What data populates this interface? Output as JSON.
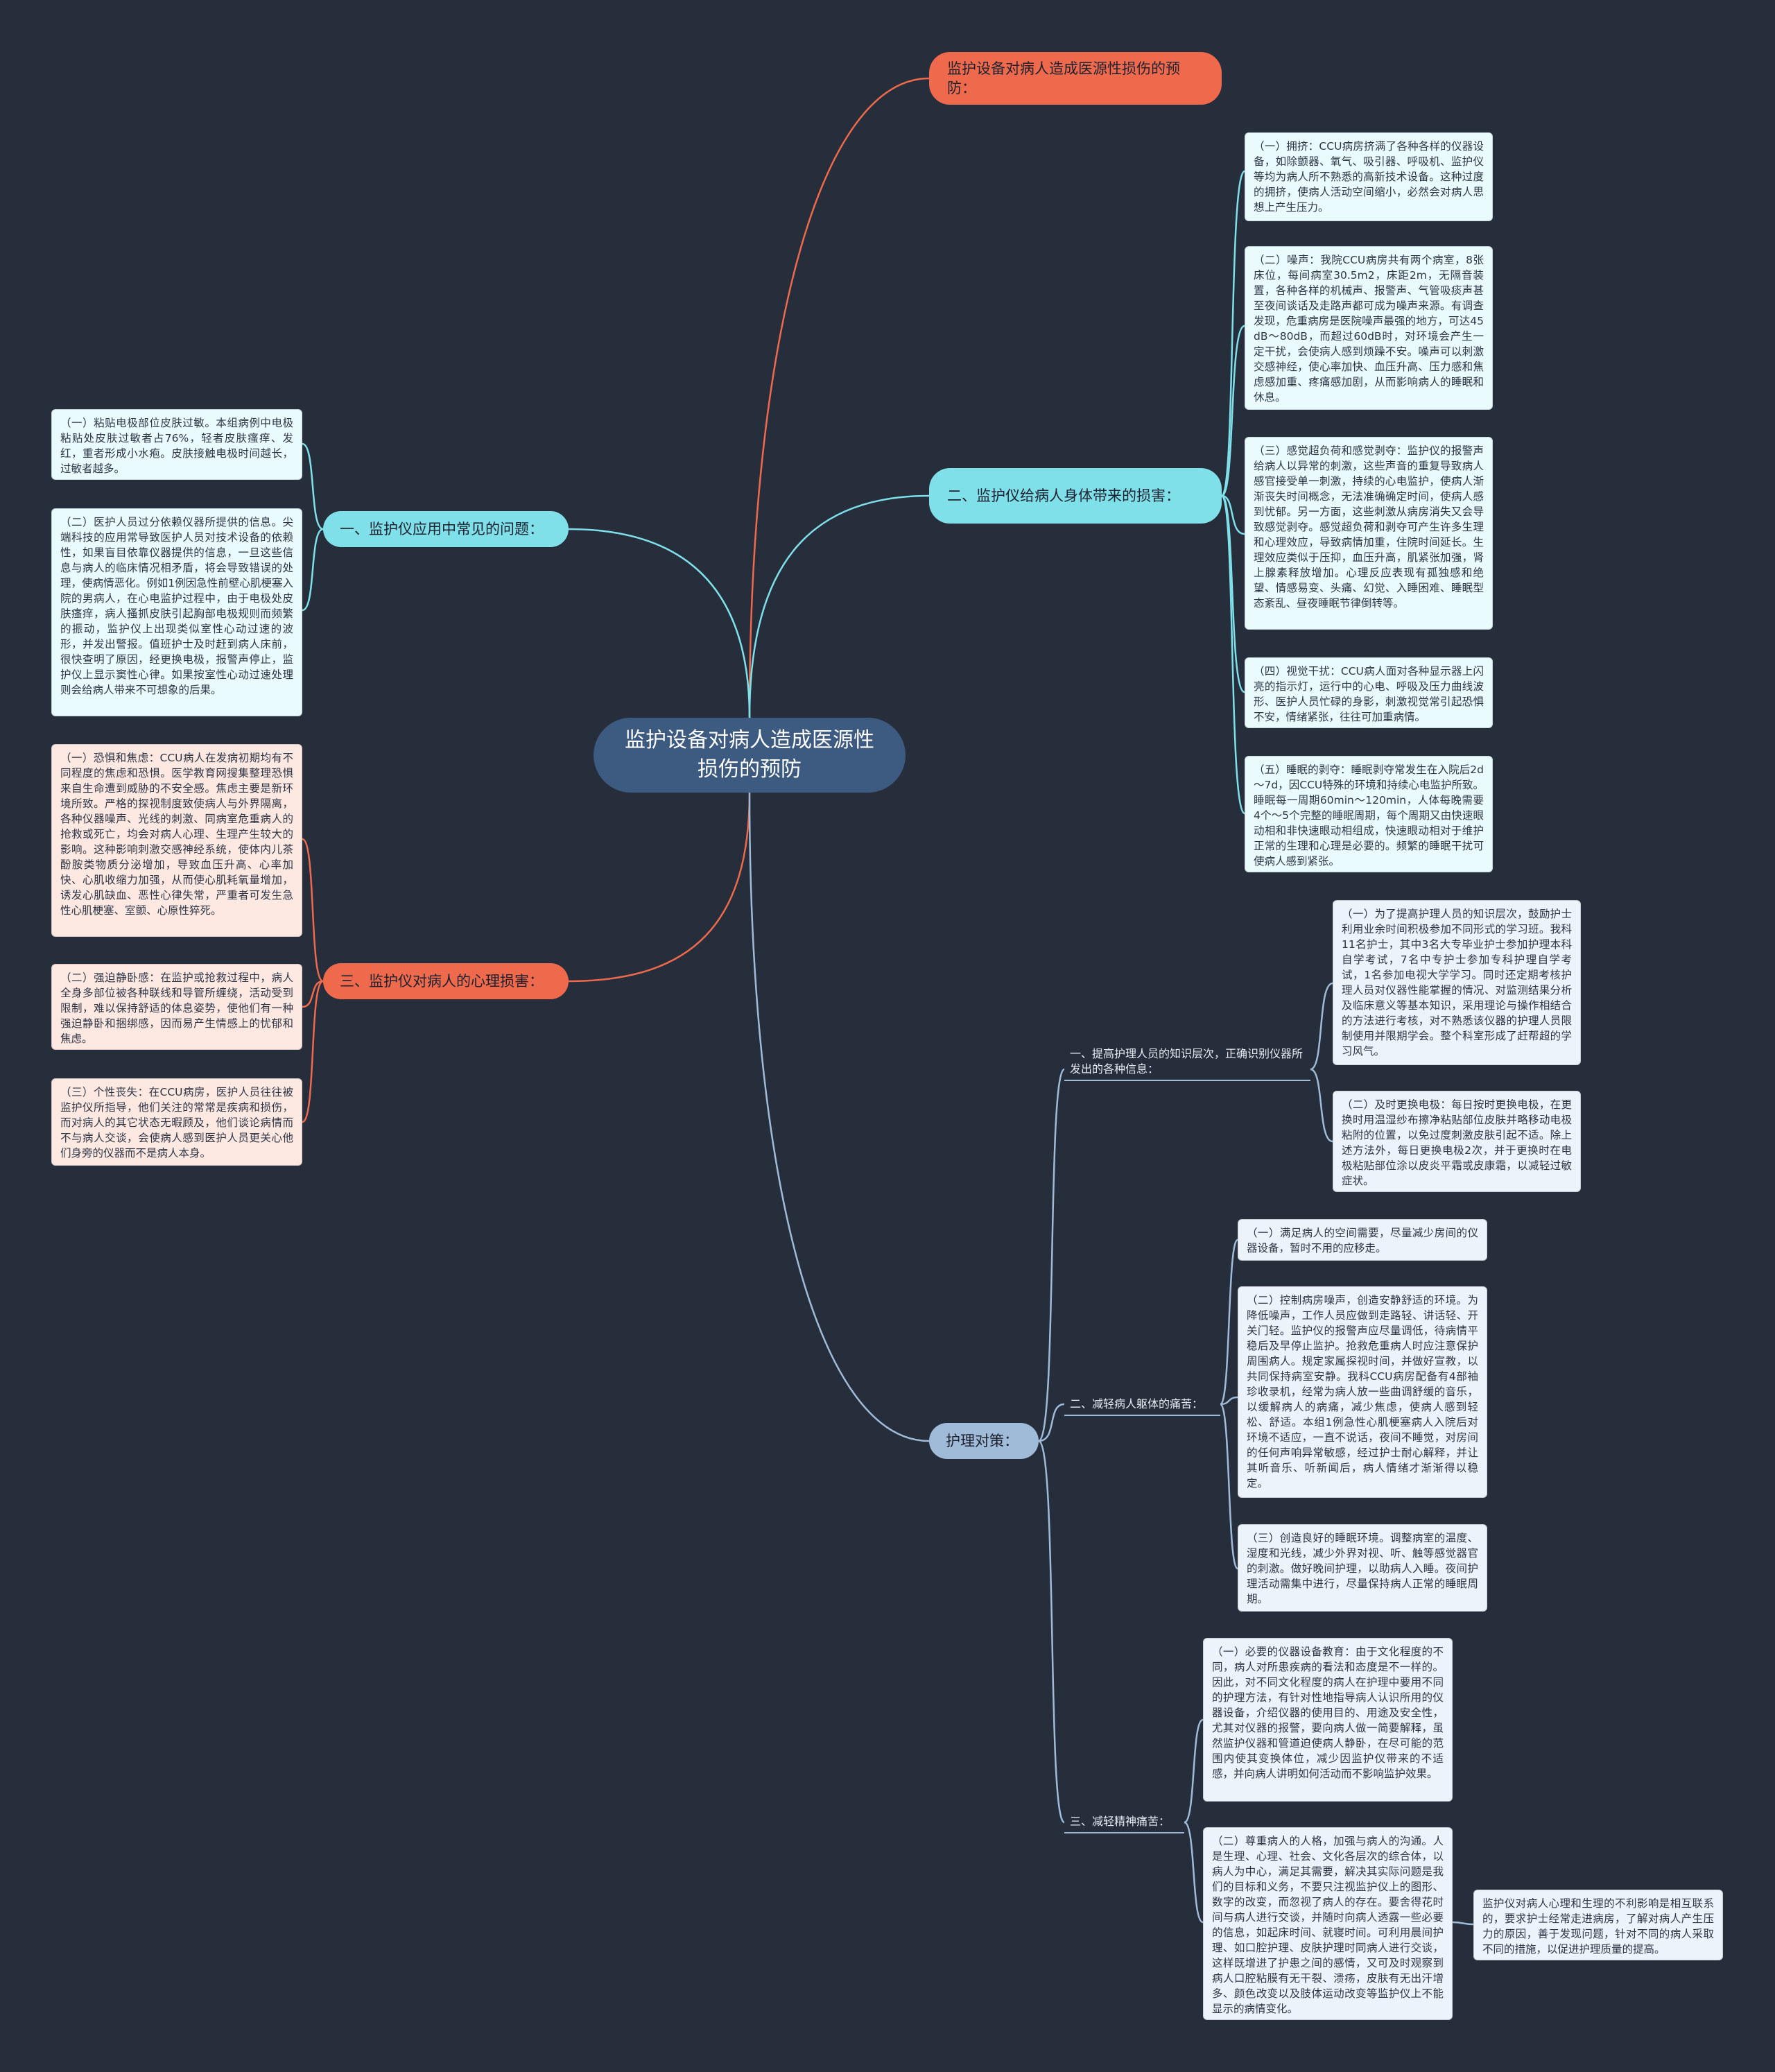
{
  "root": "监护设备对病人造成医源性损伤的预防",
  "colors": {
    "background": "#262d3b",
    "root": "#3d5a80",
    "orange": "#ef6a4c",
    "cyan": "#7fe0ea",
    "blue": "#9fbbd8"
  },
  "right_top": {
    "label": "监护设备对病人造成医源性损伤的预防："
  },
  "harm": {
    "label": "二、监护仪给病人身体带来的损害：",
    "items": [
      "（一）拥挤：CCU病房挤满了各种各样的仪器设备，如除颤器、氧气、吸引器、呼吸机、监护仪等均为病人所不熟悉的高新技术设备。这种过度的拥挤，使病人活动空间缩小，必然会对病人思想上产生压力。",
      "（二）噪声：我院CCU病房共有两个病室，8张床位，每间病室30.5m2，床距2m，无隔音装置，各种各样的机械声、报警声、气管吸痰声甚至夜间谈话及走路声都可成为噪声来源。有调查发现，危重病房是医院噪声最强的地方，可达45dB～80dB，而超过60dB时，对环境会产生一定干扰，会使病人感到烦躁不安。噪声可以刺激交感神经，使心率加快、血压升高、压力感和焦虑感加重、疼痛感加剧，从而影响病人的睡眠和休息。",
      "（三）感觉超负荷和感觉剥夺：监护仪的报警声给病人以异常的刺激，这些声音的重复导致病人感官接受单一刺激，持续的心电监护，使病人渐渐丧失时间概念，无法准确确定时间，使病人感到忧郁。另一方面，这些刺激从病房消失又会导致感觉剥夺。感觉超负荷和剥夺可产生许多生理和心理效应，导致病情加重，住院时间延长。生理效应类似于压抑，血压升高，肌紧张加强，肾上腺素释放增加。心理反应表现有孤独感和绝望、情感易变、头痛、幻觉、入睡困难、睡眠型态紊乱、昼夜睡眠节律倒转等。",
      "（四）视觉干扰：CCU病人面对各种显示器上闪亮的指示灯，运行中的心电、呼吸及压力曲线波形、医护人员忙碌的身影，刺激视觉常引起恐惧不安，情绪紧张，往往可加重病情。",
      "（五）睡眠的剥夺：睡眠剥夺常发生在入院后2d～7d，因CCU特殊的环境和持续心电监护所致。睡眠每一周期60min～120min，人体每晚需要4个～5个完整的睡眠周期，每个周期又由快速眼动相和非快速眼动相组成，快速眼动相对于维护正常的生理和心理是必要的。频繁的睡眠干扰可使病人感到紧张。"
    ]
  },
  "problems": {
    "label": "一、监护仪应用中常见的问题：",
    "items": [
      "（一）粘贴电极部位皮肤过敏。本组病例中电极粘贴处皮肤过敏者占76%，轻者皮肤瘙痒、发红，重者形成小水疱。皮肤接触电极时间越长，过敏者越多。",
      "（二）医护人员过分依赖仪器所提供的信息。尖端科技的应用常导致医护人员对技术设备的依赖性，如果盲目依靠仪器提供的信息，一旦这些信息与病人的临床情况相矛盾，将会导致错误的处理，使病情恶化。例如1例因急性前壁心肌梗塞入院的男病人，在心电监护过程中，由于电极处皮肤瘙痒，病人搔抓皮肤引起胸部电极规则而频繁的振动，监护仪上出现类似室性心动过速的波形，并发出警报。值班护士及时赶到病人床前，很快查明了原因，经更换电极，报警声停止，监护仪上显示窦性心律。如果按室性心动过速处理则会给病人带来不可想象的后果。"
    ]
  },
  "psych": {
    "label": "三、监护仪对病人的心理损害：",
    "items": [
      "（一）恐惧和焦虑：CCU病人在发病初期均有不同程度的焦虑和恐惧。医学教育网搜集整理恐惧来自生命遭到威胁的不安全感。焦虑主要是新环境所致。严格的探视制度致使病人与外界隔离，各种仪器噪声、光线的刺激、同病室危重病人的抢救或死亡，均会对病人心理、生理产生较大的影响。这种影响刺激交感神经系统，使体内儿茶酚胺类物质分泌增加，导致血压升高、心率加快、心肌收缩力加强，从而使心肌耗氧量增加，诱发心肌缺血、恶性心律失常，严重者可发生急性心肌梗塞、室颤、心原性猝死。",
      "（二）强迫静卧感：在监护或抢救过程中，病人全身多部位被各种联线和导管所缠绕，活动受到限制，难以保持舒适的体息姿势，使他们有一种强迫静卧和捆绑感，因而易产生情感上的忧郁和焦虑。",
      "（三）个性丧失：在CCU病房，医护人员往往被监护仪所指导，他们关注的常常是疾病和损伤，而对病人的其它状态无暇顾及，他们谈论病情而不与病人交谈，会使病人感到医护人员更关心他们身旁的仪器而不是病人本身。"
    ]
  },
  "nursing": {
    "label": "护理对策：",
    "sub1": {
      "label": "一、提高护理人员的知识层次，正确识别仪器所发出的各种信息：",
      "items": [
        "（一）为了提高护理人员的知识层次，鼓励护士利用业余时间积极参加不同形式的学习班。我科11名护士，其中3名大专毕业护士参加护理本科自学考试，7名中专护士参加专科护理自学考试，1名参加电视大学学习。同时还定期考核护理人员对仪器性能掌握的情况、对监测结果分析及临床意义等基本知识，采用理论与操作相结合的方法进行考核，对不熟悉该仪器的护理人员限制使用并限期学会。整个科室形成了赶帮超的学习风气。",
        "（二）及时更换电极：每日按时更换电极，在更换时用温湿纱布擦净粘贴部位皮肤并略移动电极粘附的位置，以免过度刺激皮肤引起不适。除上述方法外，每日更换电极2次，并于更换时在电极粘贴部位涂以皮炎平霜或皮康霜，以减轻过敏症状。"
      ]
    },
    "sub2": {
      "label": "二、减轻病人躯体的痛苦：",
      "items": [
        "（一）满足病人的空间需要，尽量减少房间的仪器设备，暂时不用的应移走。",
        "（二）控制病房噪声，创造安静舒适的环境。为降低噪声，工作人员应做到走路轻、讲话轻、开关门轻。监护仪的报警声应尽量调低，待病情平稳后及早停止监护。抢救危重病人时应注意保护周围病人。规定家属探视时间，并做好宣教，以共同保持病室安静。我科CCU病房配备有4部袖珍收录机，经常为病人放一些曲调舒缓的音乐，以缓解病人的病痛，减少焦虑，使病人感到轻松、舒适。本组1例急性心肌梗塞病人入院后对环境不适应，一直不说话，夜间不睡觉，对房间的任何声响异常敏感，经过护士耐心解释，并让其听音乐、听新闻后，病人情绪才渐渐得以稳定。",
        "（三）创造良好的睡眠环境。调整病室的温度、湿度和光线，减少外界对视、听、触等感觉器官的刺激。做好晚间护理，以助病人入睡。夜间护理活动需集中进行，尽量保持病人正常的睡眠周期。"
      ]
    },
    "sub3": {
      "label": "三、减轻精神痛苦：",
      "items": [
        "（一）必要的仪器设备教育：由于文化程度的不同，病人对所患疾病的看法和态度是不一样的。因此，对不同文化程度的病人在护理中要用不同的护理方法，有针对性地指导病人认识所用的仪器设备，介绍仪器的使用目的、用途及安全性，尤其对仪器的报警，要向病人做一简要解释，虽然监护仪器和管道迫使病人静卧，在尽可能的范围内使其变换体位，减少因监护仪带来的不适感，并向病人讲明如何活动而不影响监护效果。",
        "（二）尊重病人的人格，加强与病人的沟通。人是生理、心理、社会、文化各层次的综合体，以病人为中心，满足其需要，解决其实际问题是我们的目标和义务，不要只注视监护仪上的图形、数字的改变，而忽视了病人的存在。要舍得花时间与病人进行交谈，并随时向病人透露一些必要的信息，如起床时间、就寝时间。可利用晨间护理、如口腔护理、皮肤护理时同病人进行交谈，这样既增进了护患之间的感情，又可及时观察到病人口腔粘膜有无干裂、溃疡，皮肤有无出汗增多、颜色改变以及肢体运动改变等监护仪上不能显示的病情变化。"
      ],
      "leaf": "监护仪对病人心理和生理的不利影响是相互联系的，要求护士经常走进病房，了解对病人产生压力的原因，善于发现问题，针对不同的病人采取不同的措施，以促进护理质量的提高。"
    }
  }
}
